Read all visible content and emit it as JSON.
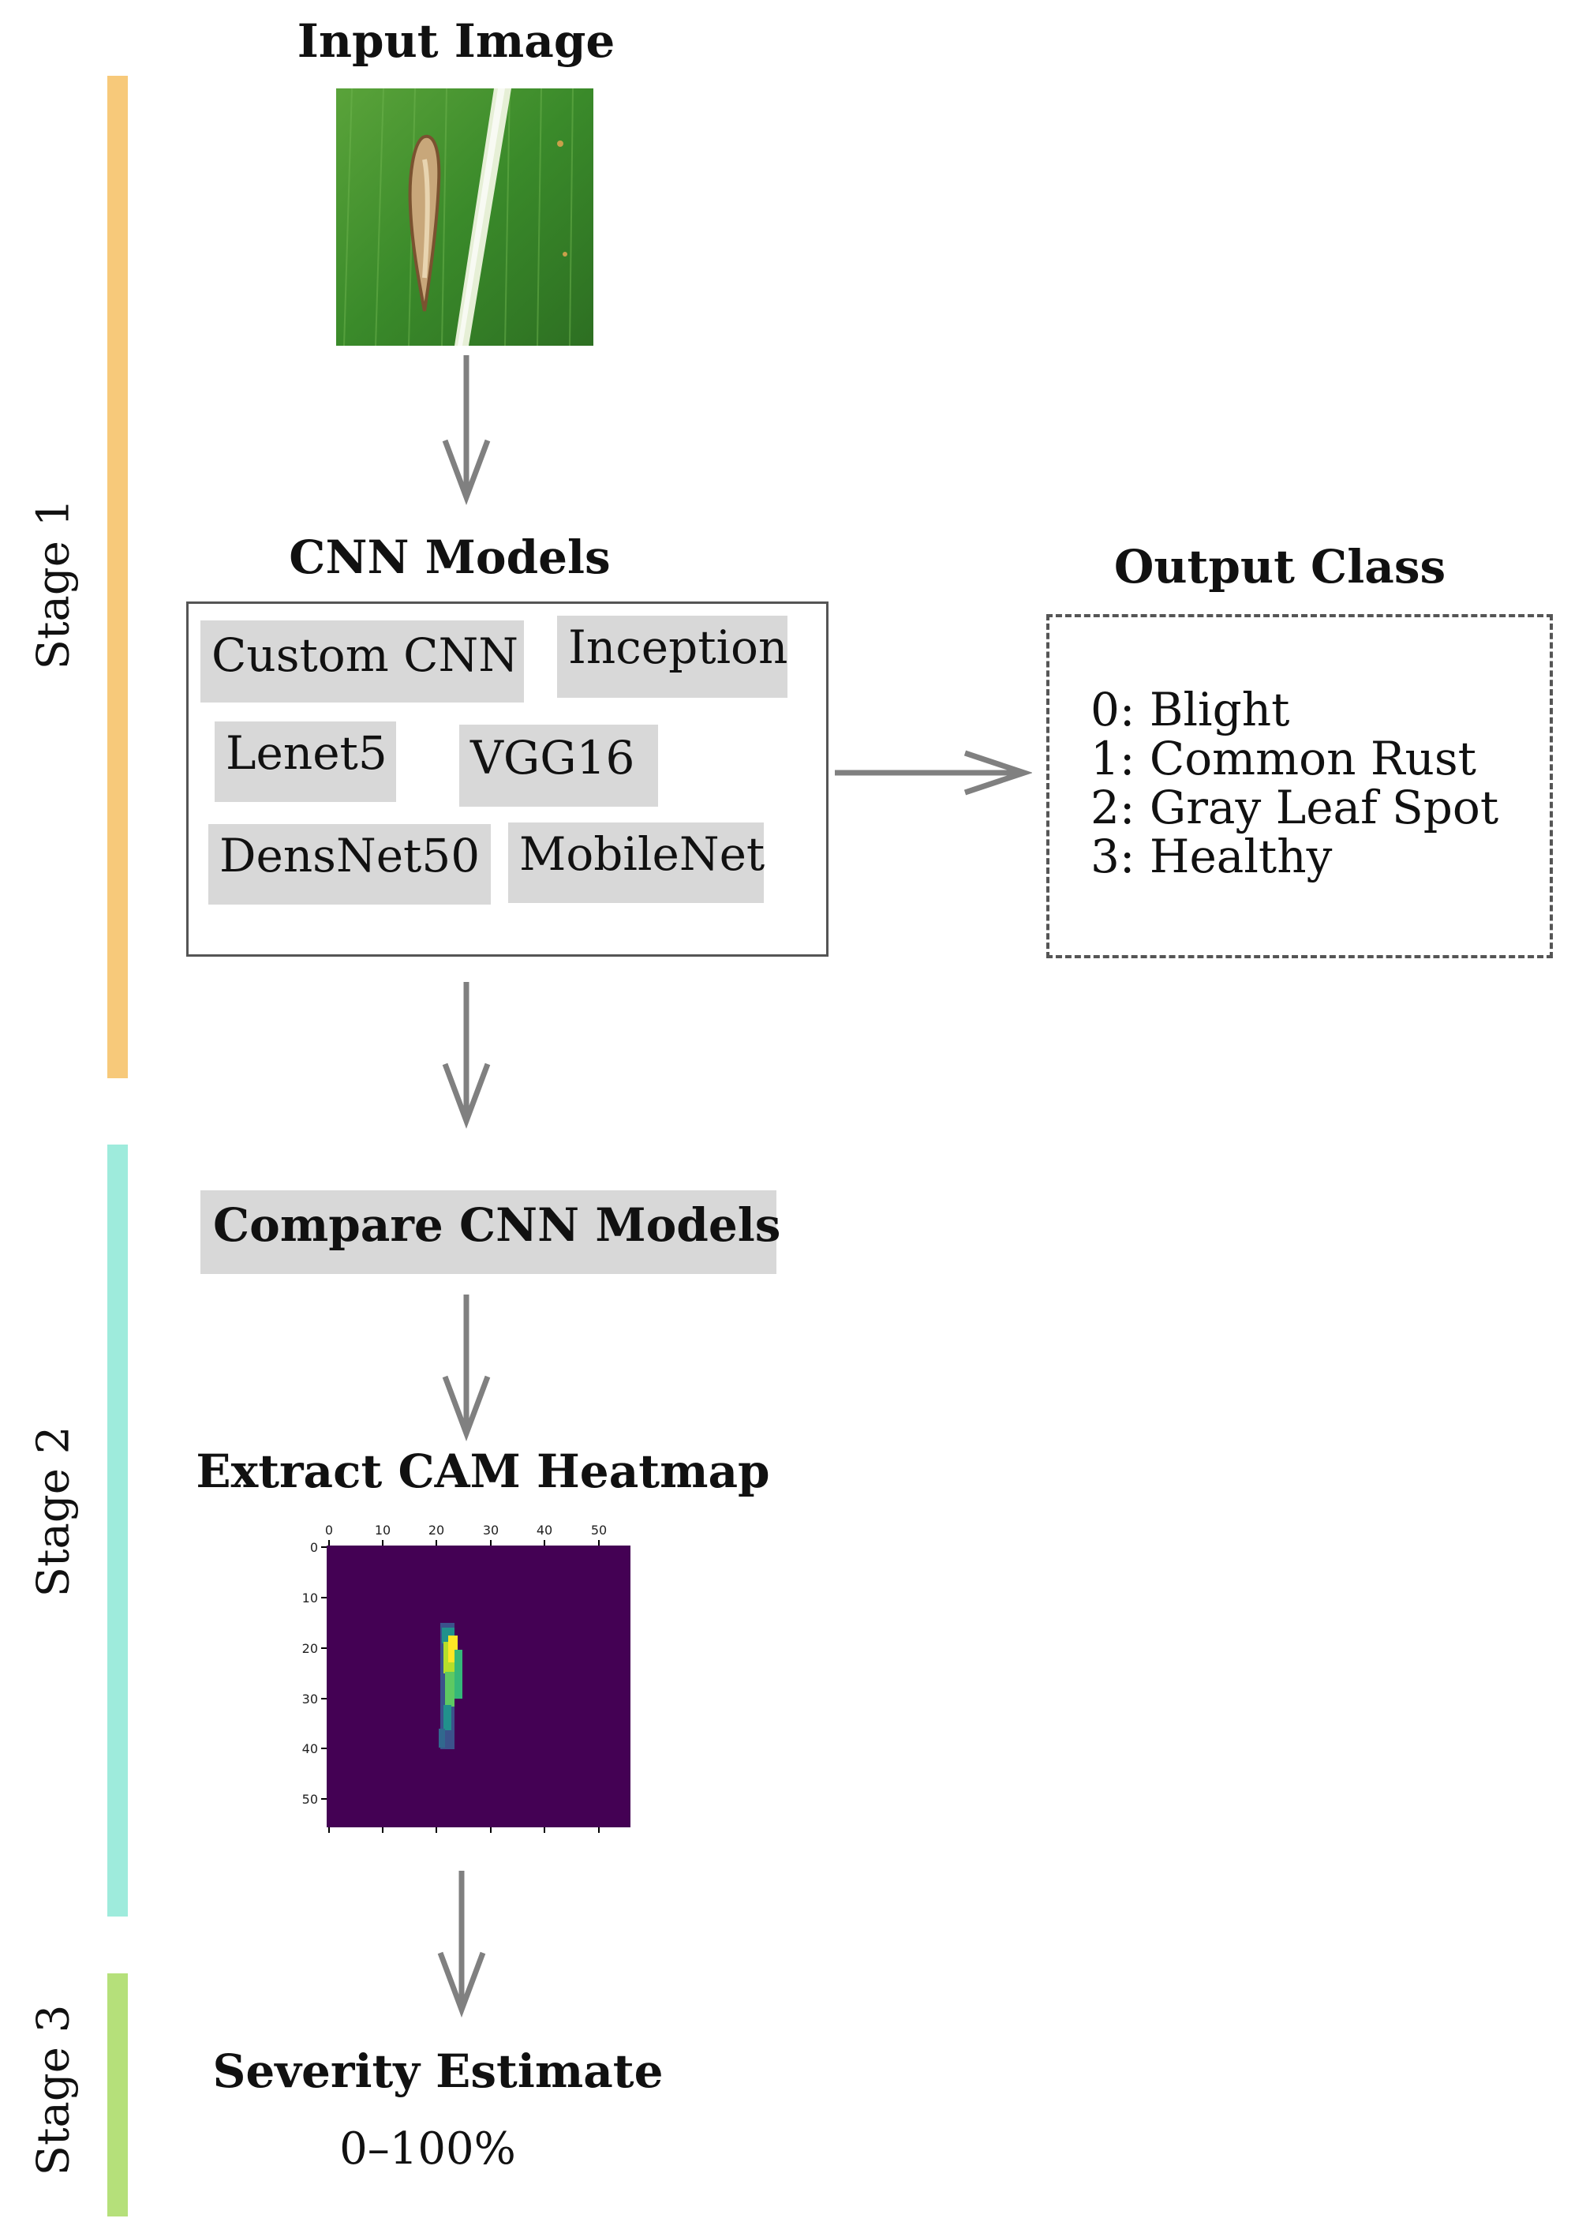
{
  "stages": [
    {
      "label": "Stage 1",
      "color": "#f7c97a"
    },
    {
      "label": "Stage 2",
      "color": "#9eebdc"
    },
    {
      "label": "Stage 3",
      "color": "#b5e07a"
    }
  ],
  "input_image": {
    "title": "Input Image"
  },
  "cnn_models": {
    "title": "CNN Models",
    "models": [
      "Custom CNN",
      "Inception",
      "Lenet5",
      "VGG16",
      "DensNet50",
      "MobileNet"
    ]
  },
  "output_class": {
    "title": "Output Class",
    "classes": [
      "0: Blight",
      "1: Common Rust",
      "2: Gray Leaf Spot",
      "3: Healthy"
    ]
  },
  "compare": {
    "label": "Compare CNN Models"
  },
  "heatmap": {
    "title": "Extract CAM Heatmap",
    "x_ticks": [
      "0",
      "10",
      "20",
      "30",
      "40",
      "50"
    ],
    "y_ticks": [
      "0",
      "10",
      "20",
      "30",
      "40",
      "50"
    ],
    "background_color": "#440154"
  },
  "severity": {
    "title": "Severity Estimate",
    "range": "0–100%"
  },
  "colors": {
    "arrow": "#808080",
    "box_fill": "#d8d8d8",
    "leaf_green": "#3f8a2c"
  }
}
